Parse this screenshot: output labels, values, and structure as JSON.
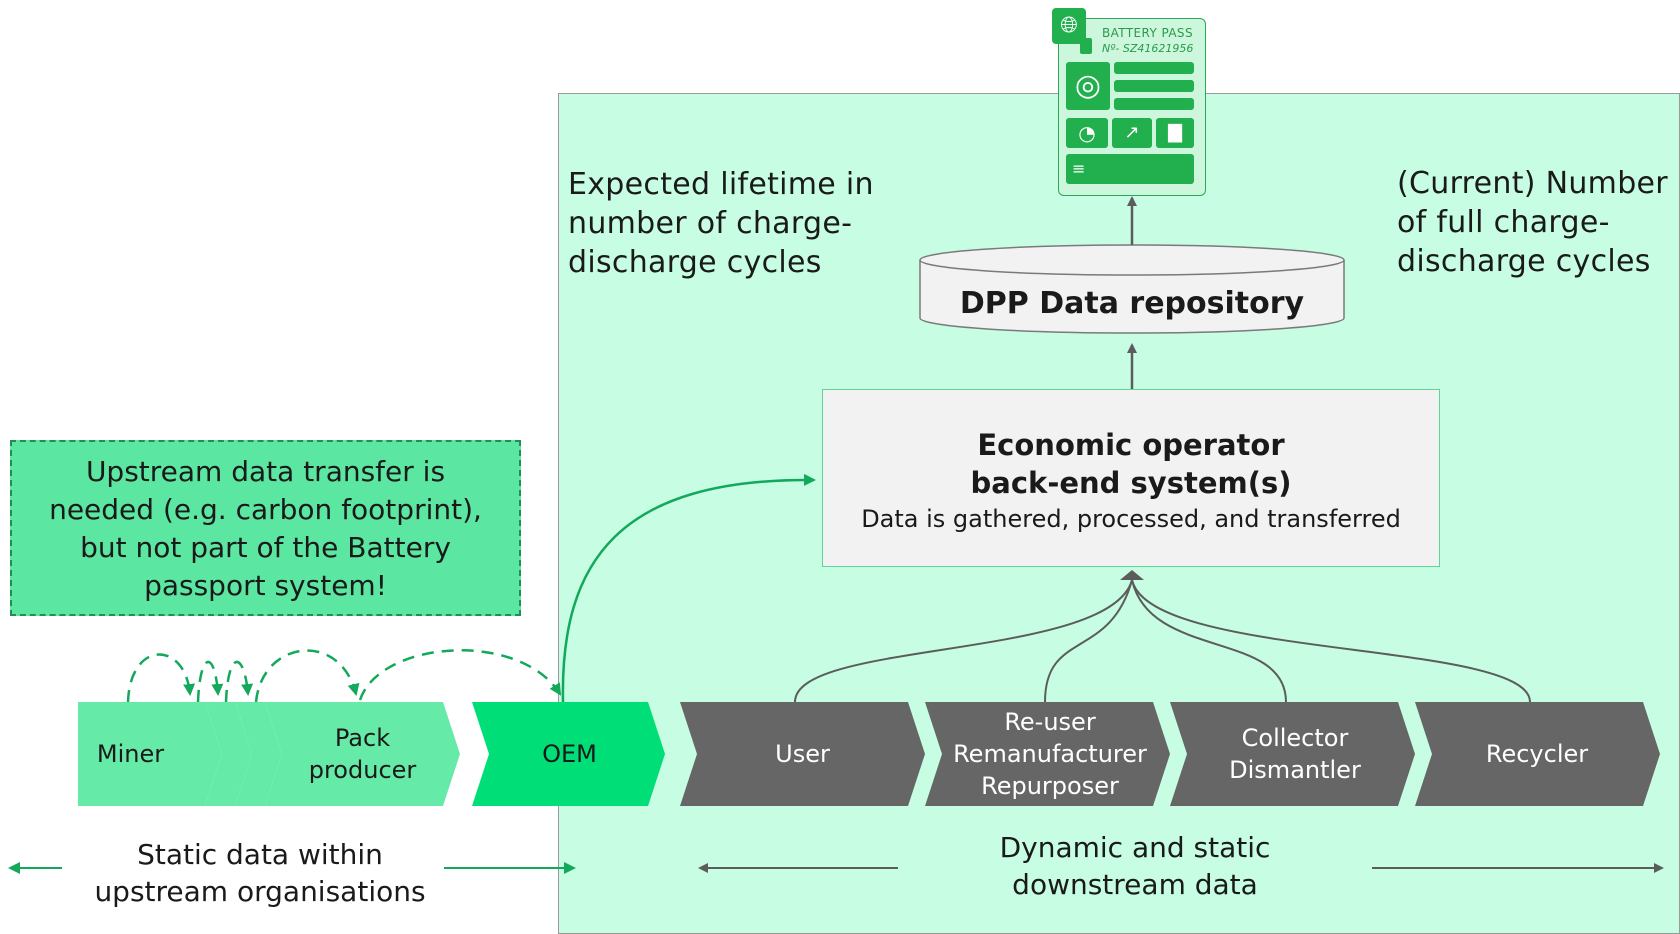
{
  "colors": {
    "panel_bg": "#c6fde3",
    "upstream_stage": "#66eaa8",
    "oem_stage": "#00df77",
    "downstream_stage": "#666666",
    "note_bg": "#5be6a2",
    "passport_green": "#22b04e",
    "upstream_arrow": "#13a85b",
    "downstream_arrow": "#5c5c5c"
  },
  "passport": {
    "title": "BATTERY PASS",
    "number": "Nº- SZ41621956",
    "icons": [
      "globe-icon",
      "battery-icon",
      "fingerprint-icon",
      "pie-chart-icon",
      "line-chart-icon",
      "bar-chart-icon",
      "database-icon"
    ]
  },
  "repository": {
    "label": "DPP Data repository"
  },
  "economic_operator": {
    "title_line1": "Economic operator",
    "title_line2": "back-end system(s)",
    "subtitle": "Data is gathered, processed, and transferred"
  },
  "left_annotation": {
    "lines": [
      "Expected lifetime in",
      "number of charge-",
      "discharge cycles"
    ]
  },
  "right_annotation": {
    "lines": [
      "(Current) Number",
      "of full charge-",
      "discharge cycles"
    ]
  },
  "note": {
    "lines": [
      "Upstream data transfer is",
      "needed (e.g. carbon footprint),",
      "but not part of the Battery",
      "passport system!"
    ]
  },
  "stages": {
    "miner": "Miner",
    "pack_producer": [
      "Pack",
      "producer"
    ],
    "oem": "OEM",
    "user": "User",
    "reuser": [
      "Re-user",
      "Remanufacturer",
      "Repurposer"
    ],
    "collector": [
      "Collector",
      "Dismantler"
    ],
    "recycler": "Recycler"
  },
  "bottom": {
    "upstream": [
      "Static data within",
      "upstream organisations"
    ],
    "downstream": [
      "Dynamic and static",
      "downstream data"
    ]
  }
}
